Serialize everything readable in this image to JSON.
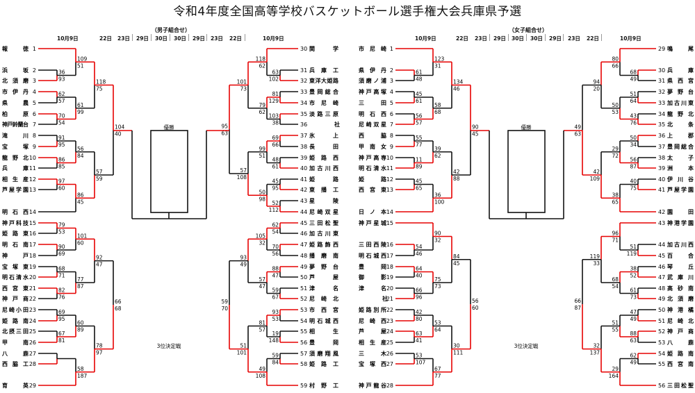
{
  "title": "令和4年度全国高等学校バスケットボール選手権大会兵庫県予選",
  "colors": {
    "winner_line": "#e60000",
    "loser_line": "#111111"
  },
  "boys": {
    "heading": "（男子組合せ）",
    "date_headers": [
      "10月9日",
      "22日",
      "23日",
      "29日",
      "30日",
      "30日",
      "29日",
      "23日",
      "22日",
      "10月9日"
    ],
    "champion_label": "優勝",
    "third_place_label": "3位決定戦",
    "left_teams": [
      {
        "seed": "1",
        "name": "報徳"
      },
      {
        "seed": "2",
        "name": "浜坂"
      },
      {
        "seed": "3",
        "name": "北須磨"
      },
      {
        "seed": "4",
        "name": "市伊丹"
      },
      {
        "seed": "5",
        "name": "県農"
      },
      {
        "seed": "6",
        "name": "柏原"
      },
      {
        "seed": "7",
        "name": "神戸鈴蘭台"
      },
      {
        "seed": "8",
        "name": "滝川"
      },
      {
        "seed": "9",
        "name": "宝塚"
      },
      {
        "seed": "10",
        "name": "龍野北"
      },
      {
        "seed": "11",
        "name": "兵庫"
      },
      {
        "seed": "12",
        "name": "相生産"
      },
      {
        "seed": "13",
        "name": "芦屋学園"
      },
      {
        "seed": "14",
        "name": "明石西"
      },
      {
        "seed": "15",
        "name": "神戸科技"
      },
      {
        "seed": "16",
        "name": "姫路東"
      },
      {
        "seed": "17",
        "name": "明石南"
      },
      {
        "seed": "18",
        "name": "神戸"
      },
      {
        "seed": "19",
        "name": "宝塚東"
      },
      {
        "seed": "20",
        "name": "明石清水"
      },
      {
        "seed": "21",
        "name": "西宮東"
      },
      {
        "seed": "22",
        "name": "神戸商"
      },
      {
        "seed": "23",
        "name": "尼崎小田"
      },
      {
        "seed": "24",
        "name": "姫路南"
      },
      {
        "seed": "25",
        "name": "北摂三田"
      },
      {
        "seed": "26",
        "name": "甲南"
      },
      {
        "seed": "27",
        "name": "八鹿"
      },
      {
        "seed": "28",
        "name": "西脇工"
      },
      {
        "seed": "29",
        "name": "育英"
      }
    ],
    "right_teams": [
      {
        "seed": "30",
        "name": "関学"
      },
      {
        "seed": "31",
        "name": "兵庫工"
      },
      {
        "seed": "32",
        "name": "東洋大姫路"
      },
      {
        "seed": "33",
        "name": "豊岡総合"
      },
      {
        "seed": "34",
        "name": "市尼崎"
      },
      {
        "seed": "35",
        "name": "淡路三原"
      },
      {
        "seed": "36",
        "name": "社"
      },
      {
        "seed": "37",
        "name": "氷上"
      },
      {
        "seed": "38",
        "name": "長田"
      },
      {
        "seed": "39",
        "name": "姫路西"
      },
      {
        "seed": "40",
        "name": "加古川西"
      },
      {
        "seed": "41",
        "name": "姫路"
      },
      {
        "seed": "42",
        "name": "東播工"
      },
      {
        "seed": "43",
        "name": "星陵"
      },
      {
        "seed": "44",
        "name": "尼崎双星"
      },
      {
        "seed": "45",
        "name": "三田松聖"
      },
      {
        "seed": "46",
        "name": "加古川東"
      },
      {
        "seed": "47",
        "name": "姫路飾西"
      },
      {
        "seed": "48",
        "name": "播磨南"
      },
      {
        "seed": "49",
        "name": "夢野台"
      },
      {
        "seed": "50",
        "name": "芦屋"
      },
      {
        "seed": "51",
        "name": "津名"
      },
      {
        "seed": "52",
        "name": "尼崎北"
      },
      {
        "seed": "53",
        "name": "市西宮"
      },
      {
        "seed": "54",
        "name": "明石城西"
      },
      {
        "seed": "55",
        "name": "相生"
      },
      {
        "seed": "56",
        "name": "豊岡"
      },
      {
        "seed": "57",
        "name": "須磨翔風"
      },
      {
        "seed": "58",
        "name": "姫路工"
      },
      {
        "seed": "59",
        "name": "村野工"
      }
    ],
    "left_scores": {
      "r1": [
        [
          "36",
          "93"
        ],
        [
          "62",
          "57"
        ],
        [
          "70",
          "54"
        ],
        [
          "91",
          "95"
        ],
        [
          "86",
          "85"
        ],
        [
          "97",
          "60"
        ],
        [
          "79",
          "53"
        ],
        [
          "90",
          "69"
        ],
        [
          "68",
          "71"
        ],
        [
          "82",
          "76"
        ],
        [
          "69",
          "95"
        ],
        [
          "67",
          "81"
        ]
      ],
      "r2": [
        [
          "109",
          "51"
        ],
        [
          "61",
          "99"
        ],
        [
          "56",
          "84"
        ],
        [
          "86",
          "45"
        ],
        [
          "101",
          "60"
        ],
        [
          "77",
          "87"
        ],
        [
          "60",
          "89"
        ],
        [
          "58",
          "187"
        ]
      ],
      "r3": [
        [
          "118",
          "75"
        ],
        [
          "57",
          "59"
        ],
        [
          "92",
          "47"
        ],
        [
          "78",
          "97"
        ]
      ],
      "r4": [
        [
          "104",
          "40"
        ],
        [
          "66",
          "68"
        ]
      ]
    },
    "right_scores": {
      "r1": [
        [
          "63",
          "102"
        ],
        [
          "81",
          "129"
        ],
        [
          "103",
          "38"
        ],
        [
          "69",
          "66"
        ],
        [
          "48",
          "61"
        ],
        [
          "45",
          "95"
        ],
        [
          "52",
          "112"
        ],
        [
          "62",
          "54"
        ],
        [
          "70",
          "56"
        ],
        [
          "88",
          "47"
        ],
        [
          "59",
          "67"
        ],
        [
          "93",
          "53"
        ],
        [
          "19",
          "148"
        ],
        [
          "59",
          "84"
        ]
      ],
      "r2": [
        [
          "118",
          "62"
        ],
        [
          "79",
          "62"
        ],
        [
          "99",
          "51"
        ],
        [
          "50",
          "98"
        ],
        [
          "105",
          "32"
        ],
        [
          "57",
          "47"
        ],
        [
          "81",
          "57"
        ],
        [
          "49",
          "108"
        ]
      ],
      "r3": [
        [
          "101",
          "73"
        ],
        [
          "57",
          "108"
        ],
        [
          "93",
          "49"
        ],
        [
          "51",
          "101"
        ]
      ],
      "r4": [
        [
          "95",
          "63"
        ],
        [
          "59",
          "70"
        ]
      ]
    }
  },
  "girls": {
    "heading": "（女子組合せ）",
    "date_headers": [
      "10月9日",
      "22日",
      "23日",
      "29日",
      "30日",
      "30日",
      "29日",
      "23日",
      "22日",
      "10月9日"
    ],
    "champion_label": "優勝",
    "third_place_label": "3位決定戦",
    "left_teams": [
      {
        "seed": "1",
        "name": "市尼崎"
      },
      {
        "seed": "2",
        "name": "県伊丹"
      },
      {
        "seed": "3",
        "name": "須磨ノ浦"
      },
      {
        "seed": "4",
        "name": "神戸高塚"
      },
      {
        "seed": "5",
        "name": "三田"
      },
      {
        "seed": "6",
        "name": "明石西"
      },
      {
        "seed": "7",
        "name": "尼崎双星"
      },
      {
        "seed": "8",
        "name": "西脇"
      },
      {
        "seed": "9",
        "name": "甲南女"
      },
      {
        "seed": "10",
        "name": "神戸高専"
      },
      {
        "seed": "11",
        "name": "明石清水"
      },
      {
        "seed": "12",
        "name": "姫路"
      },
      {
        "seed": "13",
        "name": "西宮東"
      },
      {
        "seed": "14",
        "name": "日ノ本"
      },
      {
        "seed": "15",
        "name": "神戸星城"
      },
      {
        "seed": "16",
        "name": "三田西陵"
      },
      {
        "seed": "17",
        "name": "明石城西"
      },
      {
        "seed": "18",
        "name": "豊岡"
      },
      {
        "seed": "19",
        "name": "御影"
      },
      {
        "seed": "20",
        "name": "津名"
      },
      {
        "seed": "21",
        "name": "社"
      },
      {
        "seed": "22",
        "name": "姫路別所"
      },
      {
        "seed": "23",
        "name": "尼崎西"
      },
      {
        "seed": "24",
        "name": "芦屋"
      },
      {
        "seed": "25",
        "name": "相生産"
      },
      {
        "seed": "26",
        "name": "三木"
      },
      {
        "seed": "27",
        "name": "宝塚西"
      },
      {
        "seed": "28",
        "name": "神戸龍谷"
      }
    ],
    "right_teams": [
      {
        "seed": "29",
        "name": "鳴尾"
      },
      {
        "seed": "30",
        "name": "兵庫"
      },
      {
        "seed": "31",
        "name": "県西宮"
      },
      {
        "seed": "32",
        "name": "夢野台"
      },
      {
        "seed": "33",
        "name": "加古川東"
      },
      {
        "seed": "34",
        "name": "龍野北"
      },
      {
        "seed": "35",
        "name": "北条"
      },
      {
        "seed": "36",
        "name": "上郡"
      },
      {
        "seed": "37",
        "name": "豊岡総合"
      },
      {
        "seed": "38",
        "name": "太子"
      },
      {
        "seed": "39",
        "name": "洲本"
      },
      {
        "seed": "40",
        "name": "伊川谷"
      },
      {
        "seed": "41",
        "name": "芦屋学園"
      },
      {
        "seed": "42",
        "name": "園田"
      },
      {
        "seed": "43",
        "name": "神港学園"
      },
      {
        "seed": "44",
        "name": "加古川西"
      },
      {
        "seed": "45",
        "name": "百合"
      },
      {
        "seed": "46",
        "name": "琴丘"
      },
      {
        "seed": "47",
        "name": "武庫川"
      },
      {
        "seed": "48",
        "name": "高砂南"
      },
      {
        "seed": "49",
        "name": "北須磨"
      },
      {
        "seed": "50",
        "name": "神港橘"
      },
      {
        "seed": "51",
        "name": "尼崎北"
      },
      {
        "seed": "52",
        "name": "神戸商"
      },
      {
        "seed": "53",
        "name": "八鹿"
      },
      {
        "seed": "54",
        "name": "姫路南"
      },
      {
        "seed": "55",
        "name": "西宮南"
      },
      {
        "seed": "56",
        "name": "三田松聖"
      }
    ],
    "left_scores": {
      "r1": [
        [
          "61",
          "48"
        ],
        [
          "45",
          "61"
        ],
        [
          "56",
          "57"
        ],
        [
          "55",
          "77"
        ],
        [
          "11",
          "89"
        ],
        [
          "45",
          "65"
        ],
        [
          "54",
          "46"
        ],
        [
          "64",
          "40"
        ],
        [
          "66",
          "96"
        ],
        [
          "42",
          "80"
        ],
        [
          "63",
          "41"
        ],
        [
          "53",
          "107"
        ]
      ],
      "r2": [
        [
          "123",
          "31"
        ],
        [
          "58",
          "68"
        ],
        [
          "39",
          "62"
        ],
        [
          "36",
          "100"
        ],
        [
          "90",
          "32"
        ],
        [
          "75",
          "73"
        ],
        [
          "53",
          "64"
        ],
        [
          "67",
          "77"
        ]
      ],
      "r3": [
        [
          "134",
          "46"
        ],
        [
          "42",
          "88"
        ],
        [
          "84",
          "45"
        ],
        [
          "30",
          "111"
        ]
      ],
      "r4": [
        [
          "90",
          "45"
        ],
        [
          "56",
          "60"
        ]
      ]
    },
    "right_scores": {
      "r1": [
        [
          "68",
          "49"
        ],
        [
          "51",
          "64"
        ],
        [
          "43",
          "76"
        ],
        [
          "50",
          "34"
        ],
        [
          "56",
          "87"
        ],
        [
          "40",
          "75"
        ],
        [
          "51",
          "119"
        ],
        [
          "38",
          "52"
        ],
        [
          "61",
          "73"
        ],
        [
          "47",
          "49"
        ],
        [
          "88",
          "63"
        ],
        [
          "62",
          "49"
        ]
      ],
      "r2": [
        [
          "80",
          "66"
        ],
        [
          "50",
          "53"
        ],
        [
          "29",
          "72"
        ],
        [
          "38",
          "65"
        ],
        [
          "96",
          "71"
        ],
        [
          "68",
          "54"
        ],
        [
          "51",
          "55"
        ],
        [
          "29",
          "164"
        ]
      ],
      "r3": [
        [
          "94",
          "20"
        ],
        [
          "42",
          "109"
        ],
        [
          "119",
          "33"
        ],
        [
          "32",
          "137"
        ]
      ],
      "r4": [
        [
          "49",
          "63"
        ],
        [
          "66",
          "87"
        ]
      ]
    }
  }
}
